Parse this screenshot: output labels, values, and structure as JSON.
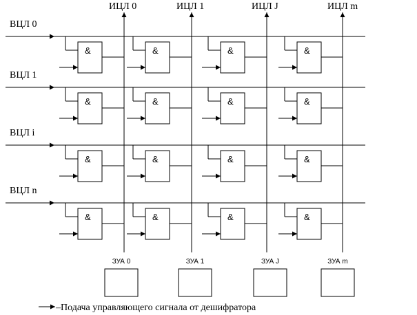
{
  "rows": [
    {
      "label": "ВЦЛ 0"
    },
    {
      "label": "ВЦЛ 1"
    },
    {
      "label": "ВЦЛ i"
    },
    {
      "label": "ВЦЛ n"
    }
  ],
  "columns": [
    {
      "label": "ИЦЛ 0",
      "zua": "ЗУА 0"
    },
    {
      "label": "ИЦЛ 1",
      "zua": "ЗУА 1"
    },
    {
      "label": "ИЦЛ J",
      "zua": "ЗУА J"
    },
    {
      "label": "ИЦЛ m",
      "zua": "ЗУА m"
    }
  ],
  "gate_symbol": "&",
  "legend": {
    "text": "–Подача управляющего сигнала от дешифратора"
  }
}
